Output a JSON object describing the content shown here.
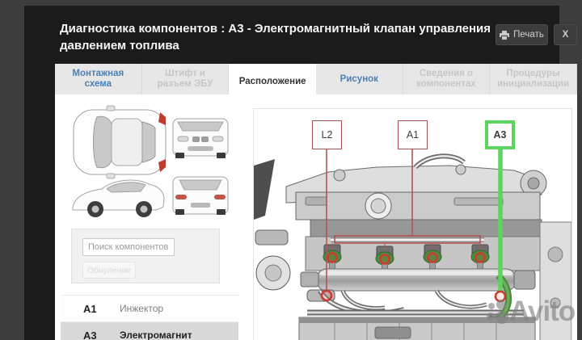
{
  "window": {
    "title": "Диагностика компонентов : A3 - Электромагнитный клапан управления давлением топлива",
    "print_label": "Печать",
    "close_label": "X"
  },
  "tabs": [
    {
      "label": "Монтажная схема",
      "state": "enabled"
    },
    {
      "label": "Штифт и разъем ЭБУ",
      "state": "disabled"
    },
    {
      "label": "Расположение",
      "state": "active"
    },
    {
      "label": "Рисунок",
      "state": "enabled"
    },
    {
      "label": "Сведения о компонентах",
      "state": "disabled"
    },
    {
      "label": "Процедуры инициализации",
      "state": "disabled"
    }
  ],
  "sidebar": {
    "search_placeholder": "Поиск компонентов",
    "reset_button_label": "Обнуление",
    "components": [
      {
        "code": "A1",
        "name": "Инжектор",
        "selected": false
      },
      {
        "code": "A3",
        "name": "Электромагнит",
        "selected": true
      }
    ]
  },
  "diagram": {
    "labels": [
      {
        "id": "L2",
        "highlighted": false
      },
      {
        "id": "A1",
        "highlighted": false
      },
      {
        "id": "A3",
        "highlighted": true
      }
    ],
    "highlight_color": "#5dd45d",
    "leader_color": "#b25555",
    "marker_color": "#cc3b2f"
  },
  "watermark": {
    "text": "Avito"
  }
}
